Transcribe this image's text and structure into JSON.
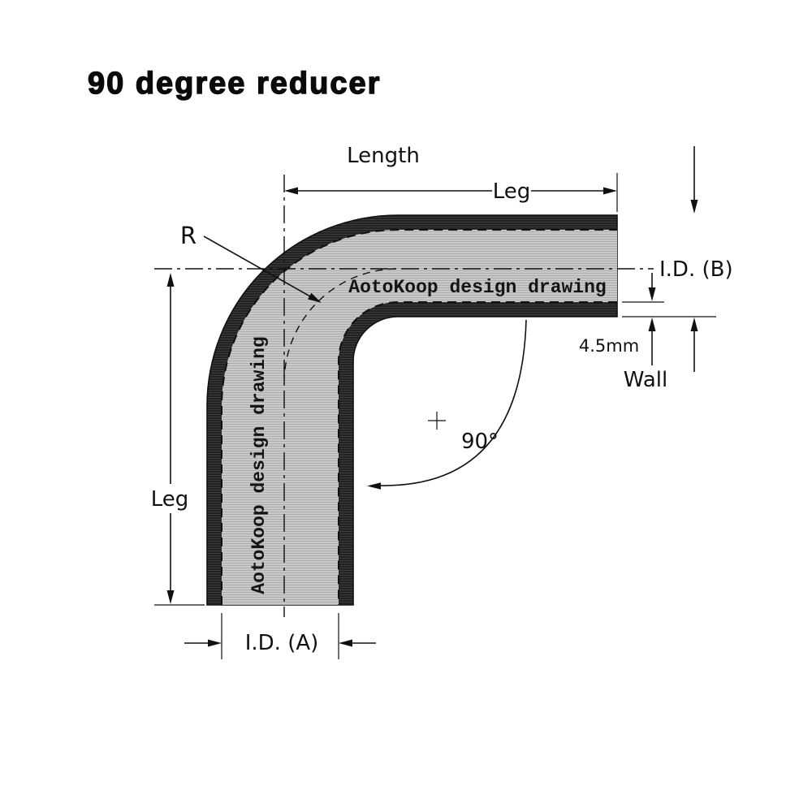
{
  "title": "90 degree reducer",
  "watermark": "AotoKoop design drawing",
  "labels": {
    "length": "Length",
    "leg_top": "Leg",
    "radius": "R",
    "id_b": "I.D. (B)",
    "wall_value": "4.5mm",
    "wall": "Wall",
    "angle": "90°",
    "leg_left": "Leg",
    "id_a": "I.D. (A)"
  },
  "colors": {
    "background": "#ffffff",
    "line": "#111111",
    "pipe_wall": "#222222",
    "pipe_interior": "#c9c9c9"
  }
}
